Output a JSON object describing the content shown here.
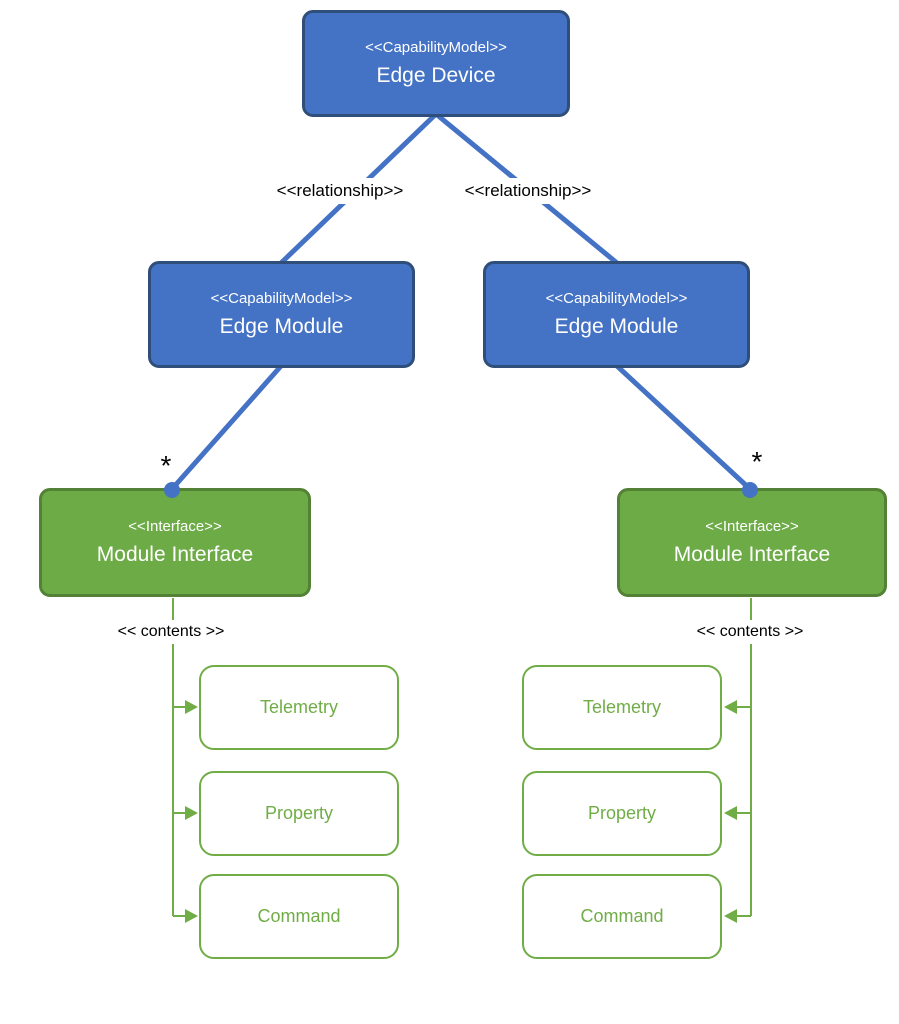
{
  "diagram": {
    "type": "uml-capability-model",
    "colors": {
      "blue_fill": "#4472C4",
      "blue_border": "#2F4E79",
      "green_fill": "#6DAB47",
      "green_border": "#538135",
      "item_green": "#70AD47",
      "connector_blue": "#4472C4",
      "label_text": "#000000"
    },
    "nodes": {
      "edge_device": {
        "stereotype": "<<CapabilityModel>>",
        "name": "Edge Device"
      },
      "edge_module_left": {
        "stereotype": "<<CapabilityModel>>",
        "name": "Edge Module"
      },
      "edge_module_right": {
        "stereotype": "<<CapabilityModel>>",
        "name": "Edge Module"
      },
      "module_interface_left": {
        "stereotype": "<<Interface>>",
        "name": "Module Interface"
      },
      "module_interface_right": {
        "stereotype": "<<Interface>>",
        "name": "Module Interface"
      }
    },
    "edge_labels": {
      "relationship_left": "<<relationship>>",
      "relationship_right": "<<relationship>>",
      "contents_left": "<< contents >>",
      "contents_right": "<< contents >>",
      "multiplicity_left": "*",
      "multiplicity_right": "*"
    },
    "content_items_left": [
      {
        "label": "Telemetry"
      },
      {
        "label": "Property"
      },
      {
        "label": "Command"
      }
    ],
    "content_items_right": [
      {
        "label": "Telemetry"
      },
      {
        "label": "Property"
      },
      {
        "label": "Command"
      }
    ]
  }
}
